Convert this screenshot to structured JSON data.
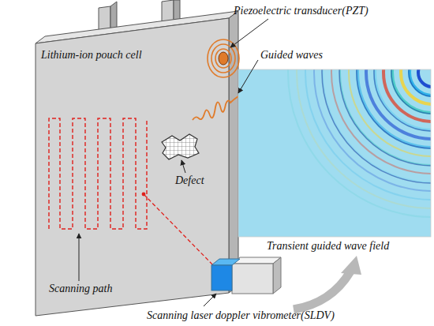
{
  "diagram": {
    "labels": [
      "Lithium-ion pouch cell",
      "Piezoelectric transducer(PZT)",
      "Guided waves",
      "Defect",
      "Transient guided wave field",
      "Scanning path",
      "Scanning laser doppler vibrometer(SLDV)"
    ]
  }
}
